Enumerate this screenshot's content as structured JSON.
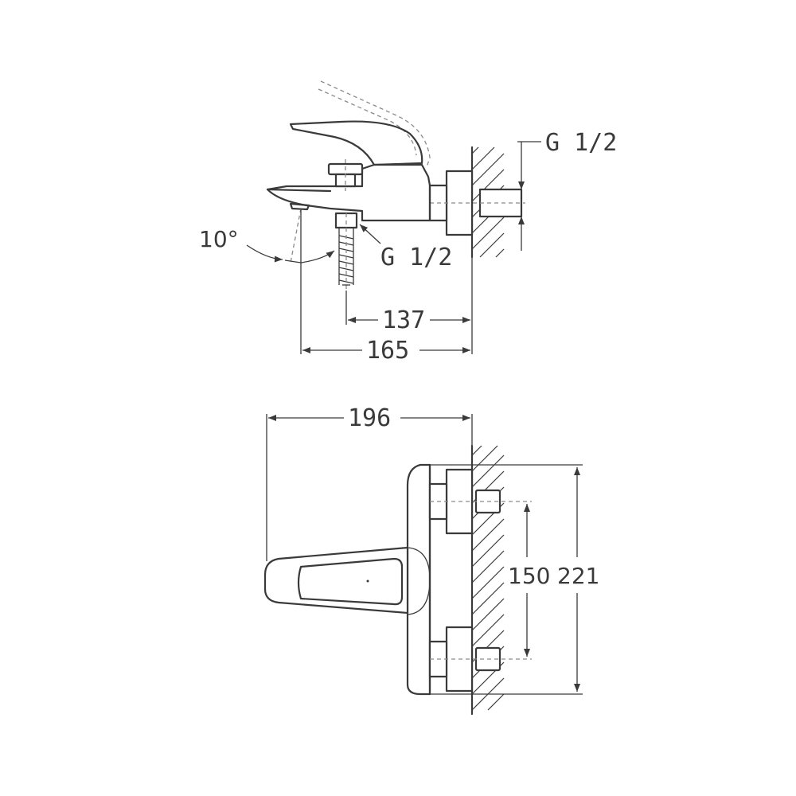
{
  "side_view": {
    "thread_outlet_label": "G 1/2",
    "thread_inlet_label": "G 1/2",
    "angle_label": "10°",
    "dim_137": "137",
    "dim_165": "165"
  },
  "front_view": {
    "dim_196": "196",
    "dim_150": "150",
    "dim_221": "221"
  }
}
